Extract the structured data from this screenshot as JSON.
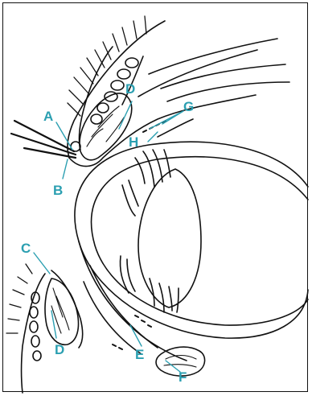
{
  "colors": {
    "ink": "#111111",
    "accent": "#2b9fb1",
    "paper": "#ffffff"
  },
  "labels": {
    "a": "A",
    "b": "B",
    "c": "C",
    "d_upper": "D",
    "d_lower": "D",
    "e": "E",
    "f": "F",
    "g": "G",
    "h": "H"
  }
}
